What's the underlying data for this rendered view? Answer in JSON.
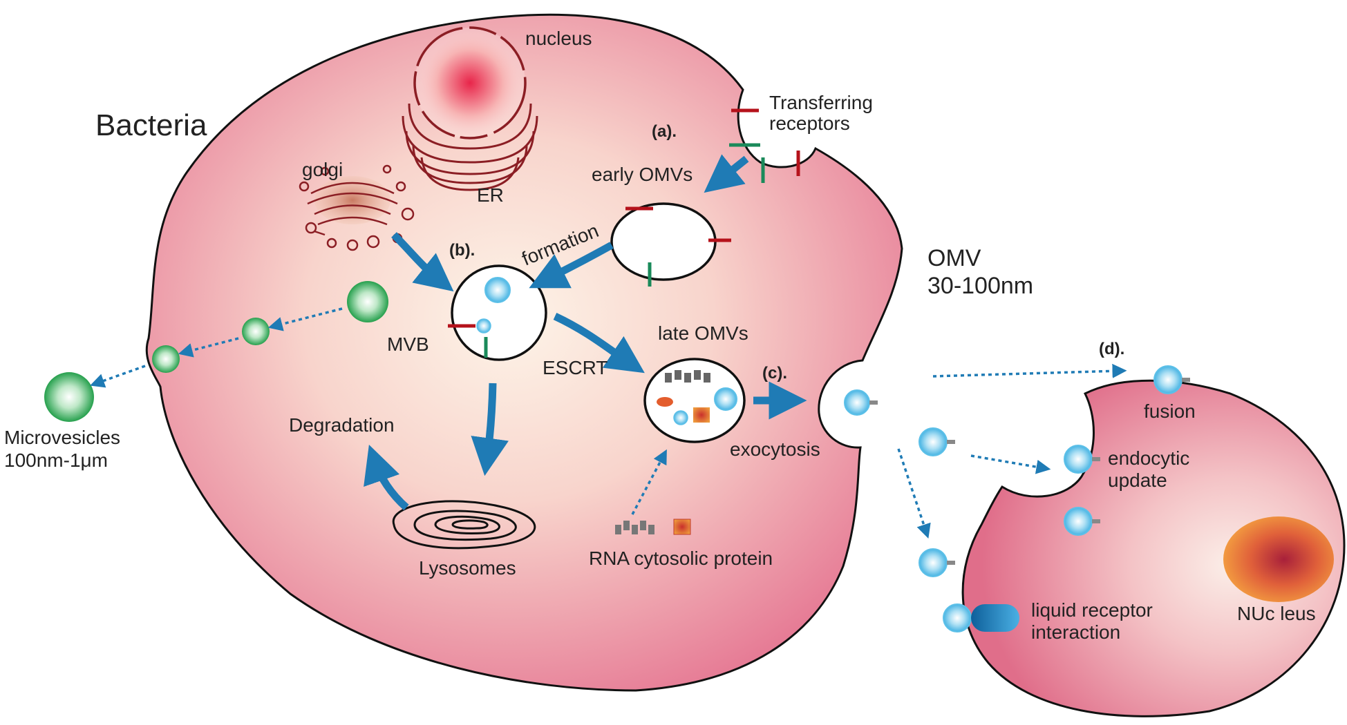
{
  "title": "Bacteria",
  "labels": {
    "nucleus": "nucleus",
    "er": "ER",
    "golgi": "golgi",
    "transferring_1": "Transferring",
    "transferring_2": "receptors",
    "early_omvs": "early OMVs",
    "formation": "formation",
    "mvb": "MVB",
    "escrt": "ESCRT",
    "late_omvs": "late OMVs",
    "exocytosis": "exocytosis",
    "degradation": "Degradation",
    "lysosomes": "Lysosomes",
    "rna_cytosolic": "RNA cytosolic protein",
    "microvesicles_1": "Microvesicles",
    "microvesicles_2": "100nm-1μm",
    "omv_1": "OMV",
    "omv_2": "30-100nm",
    "fusion": "fusion",
    "endocytic_1": "endocytic",
    "endocytic_2": "update",
    "liquid_1": "liquid receptor",
    "liquid_2": "interaction",
    "nucleus_target": "NUc leus"
  },
  "steps": {
    "a": "(a).",
    "b": "(b).",
    "c": "(c).",
    "d": "(d)."
  },
  "colors": {
    "cell_edge": "#e07a93",
    "cell_center": "#fdf3e8",
    "arrow_blue": "#1f7bb5",
    "receptor_red": "#b5121b",
    "receptor_green": "#1a8a5a",
    "organelle": "#8b1e24",
    "microvesicle": "#2faa55",
    "omv_vesicle": "#5cc0e8",
    "nucleus_orange": "#ef8a3a"
  }
}
